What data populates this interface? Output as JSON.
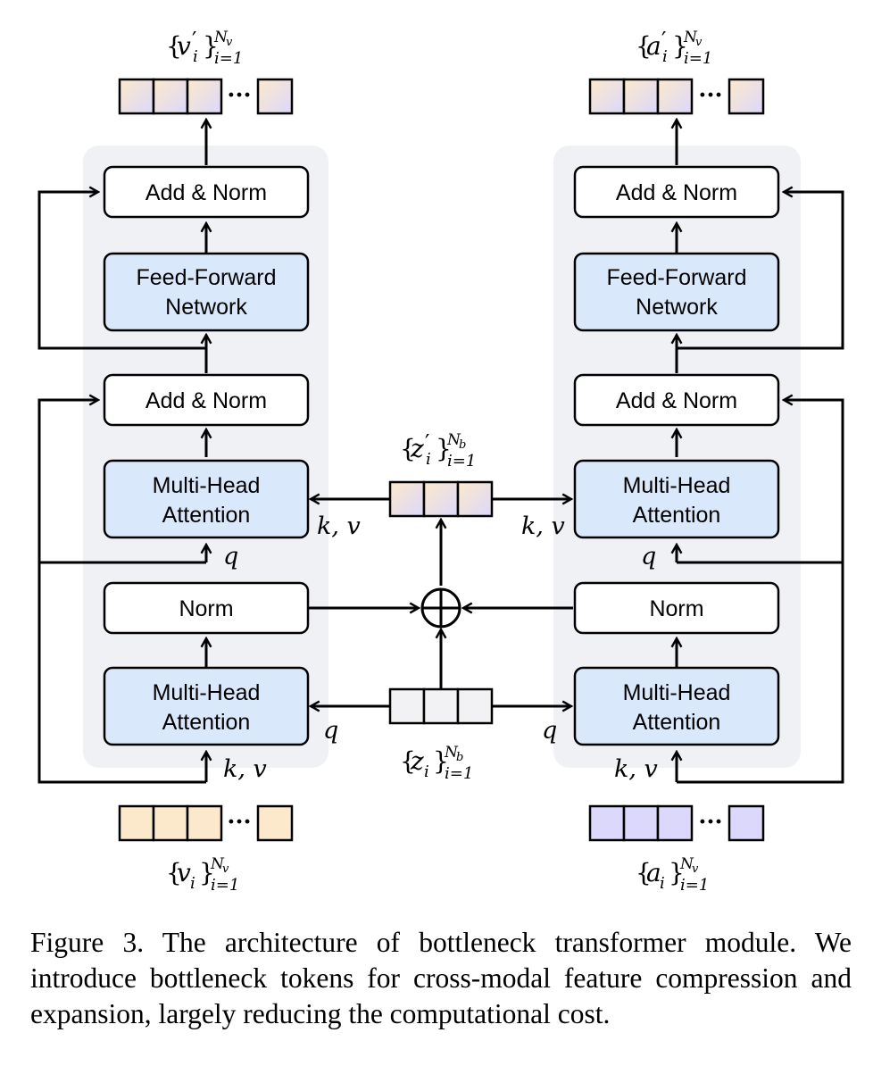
{
  "diagram": {
    "left_column": {
      "output_label": {
        "base": "v",
        "prime": "′",
        "sub_index": "i",
        "sub_range": "i=1",
        "sup": "N",
        "sup_sub": "v"
      },
      "input_label": {
        "base": "v",
        "prime": "",
        "sub_index": "i",
        "sub_range": "i=1",
        "sup": "N",
        "sup_sub": "v"
      },
      "add_norm_top": "Add & Norm",
      "ffn_line1": "Feed-Forward",
      "ffn_line2": "Network",
      "add_norm_mid": "Add & Norm",
      "mha_top_line1": "Multi-Head",
      "mha_top_line2": "Attention",
      "norm": "Norm",
      "mha_bottom_line1": "Multi-Head",
      "mha_bottom_line2": "Attention",
      "kv_top": "k, v",
      "q_top": "q",
      "q_bottom": "q",
      "kv_bottom": "k, v"
    },
    "right_column": {
      "output_label": {
        "base": "a",
        "prime": "′",
        "sub_index": "i",
        "sub_range": "i=1",
        "sup": "N",
        "sup_sub": "v"
      },
      "input_label": {
        "base": "a",
        "prime": "",
        "sub_index": "i",
        "sub_range": "i=1",
        "sup": "N",
        "sup_sub": "v"
      },
      "add_norm_top": "Add & Norm",
      "ffn_line1": "Feed-Forward",
      "ffn_line2": "Network",
      "add_norm_mid": "Add & Norm",
      "mha_top_line1": "Multi-Head",
      "mha_top_line2": "Attention",
      "norm": "Norm",
      "mha_bottom_line1": "Multi-Head",
      "mha_bottom_line2": "Attention",
      "kv_top": "k, v",
      "q_top": "q",
      "q_bottom": "q",
      "kv_bottom": "k, v"
    },
    "center": {
      "bottleneck_out_label": {
        "base": "z",
        "prime": "′",
        "sub_index": "i",
        "sub_range": "i=1",
        "sup": "N",
        "sup_sub": "b"
      },
      "bottleneck_in_label": {
        "base": "z",
        "prime": "",
        "sub_index": "i",
        "sub_range": "i=1",
        "sup": "N",
        "sup_sub": "b"
      },
      "sum_symbol": "⊕"
    },
    "ellipsis": "···",
    "colors": {
      "panel_bg": "#f0f1f5",
      "block_fill": "#dae8fc",
      "visual_token": "#fce9cc",
      "audio_token": "#dcd8fb",
      "bottleneck_token": "#f2f2f4",
      "stroke": "#000000"
    }
  },
  "caption": "Figure 3. The architecture of bottleneck transformer module. We introduce bottleneck tokens for cross-modal feature compression and expansion, largely reducing the computational cost."
}
